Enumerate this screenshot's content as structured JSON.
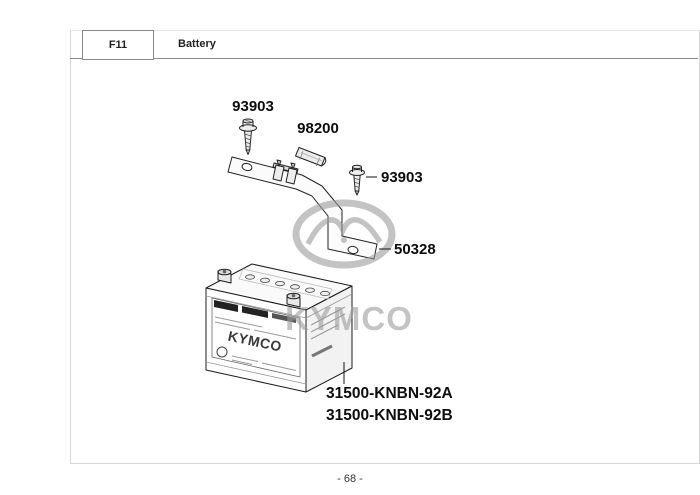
{
  "header": {
    "code": "F11",
    "title": "Battery"
  },
  "footer": {
    "page_number": "- 68 -"
  },
  "watermark": {
    "brand": "KYMCO"
  },
  "diagram": {
    "parts": {
      "screw_top": "93903",
      "collar": "98200",
      "screw_right": "93903",
      "bracket": "50328",
      "battery_line1": "31500-KNBN-92A",
      "battery_line2": "31500-KNBN-92B"
    },
    "battery_label_brand": "KYMCO"
  },
  "colors": {
    "line": "#1c1c1c",
    "watermark": "#9c9c9c"
  }
}
